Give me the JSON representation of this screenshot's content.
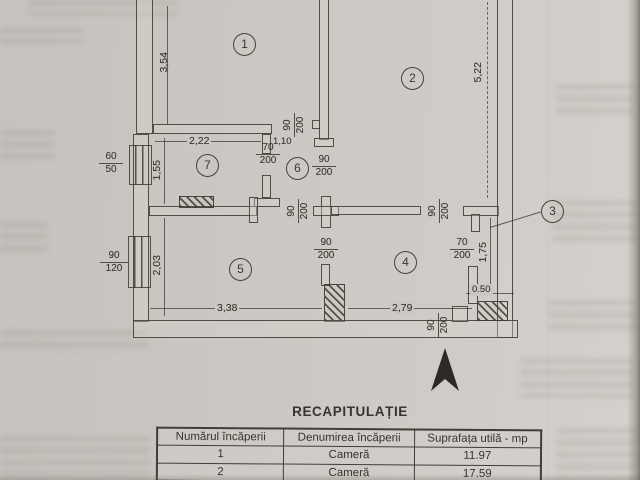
{
  "plan": {
    "rooms": [
      "1",
      "2",
      "3",
      "4",
      "5",
      "6",
      "7"
    ],
    "dims": {
      "d354": "3,54",
      "d522": "5,22",
      "d222": "2,22",
      "d155": "1,55",
      "d203": "2,03",
      "d338": "3,38",
      "d279": "2,79",
      "d175": "1,75",
      "d050": "0.50",
      "d110": "1,10"
    },
    "fractions": [
      {
        "num": "60",
        "den": "50"
      },
      {
        "num": "90",
        "den": "120"
      },
      {
        "num": "70",
        "den": "200"
      },
      {
        "num": "90",
        "den": "200"
      },
      {
        "num": "90",
        "den": "200"
      },
      {
        "num": "90",
        "den": "200"
      },
      {
        "num": "90",
        "den": "200"
      },
      {
        "num": "90",
        "den": "200"
      },
      {
        "num": "70",
        "den": "200"
      },
      {
        "num": "90",
        "den": "200"
      }
    ],
    "icons": {
      "north_arrow": "compass-north-arrow"
    }
  },
  "table": {
    "title": "RECAPITULAȚIE",
    "headers": [
      "Numărul încăperii",
      "Denumirea încăperii",
      "Suprafața utilă - mp"
    ],
    "rows": [
      [
        "1",
        "Cameră",
        "11.97"
      ],
      [
        "2",
        "Cameră",
        "17.59"
      ]
    ]
  }
}
